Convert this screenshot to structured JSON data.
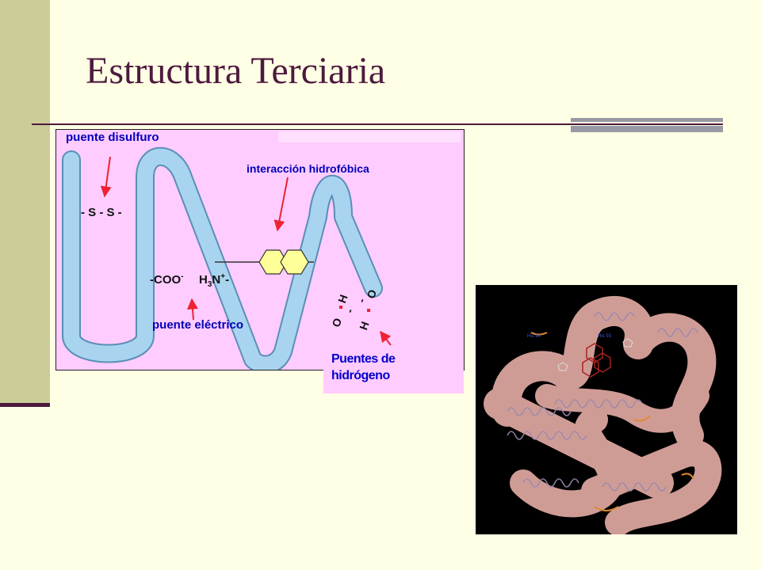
{
  "slide": {
    "title": "Estructura Terciaria"
  },
  "diagram": {
    "labels": {
      "disulfide_bridge": "puente disulfuro",
      "hydrophobic_interaction": "interacción hidrofóbica",
      "electric_bridge": "puente eléctrico",
      "hydrogen_bonds": "Puentes de hidrógeno"
    },
    "chem": {
      "ss": "- S - S -",
      "coo": "-COO",
      "coo_sup": "-",
      "h3n": "H",
      "h3n_sub": "3",
      "h3n_n": "N",
      "h3n_sup": "+",
      "h3n_tail": "-",
      "o_left": "O",
      "h_left": "H",
      "h_right": "H",
      "o_right": "O",
      "bond_dash": "-"
    },
    "colors": {
      "chain_fill": "#a8d4f0",
      "chain_outline": "#5a8fb5",
      "panel_bg": "#ffccff",
      "label_text": "#0000bb",
      "arrow": "#ee2233",
      "hexagon": "#ffff99"
    }
  },
  "protein_image": {
    "label_left": "His 64",
    "label_right": "His 93",
    "colors": {
      "background": "#000000",
      "tube": "#f4b8b0",
      "strand": "#9a8ab0",
      "heme": "#aa2222",
      "accent": "#e08a30"
    }
  },
  "theme": {
    "background": "#ffffe5",
    "sidebar": "#cccc99",
    "title_color": "#4d1a3e",
    "rule_accent": "#9999a6"
  }
}
